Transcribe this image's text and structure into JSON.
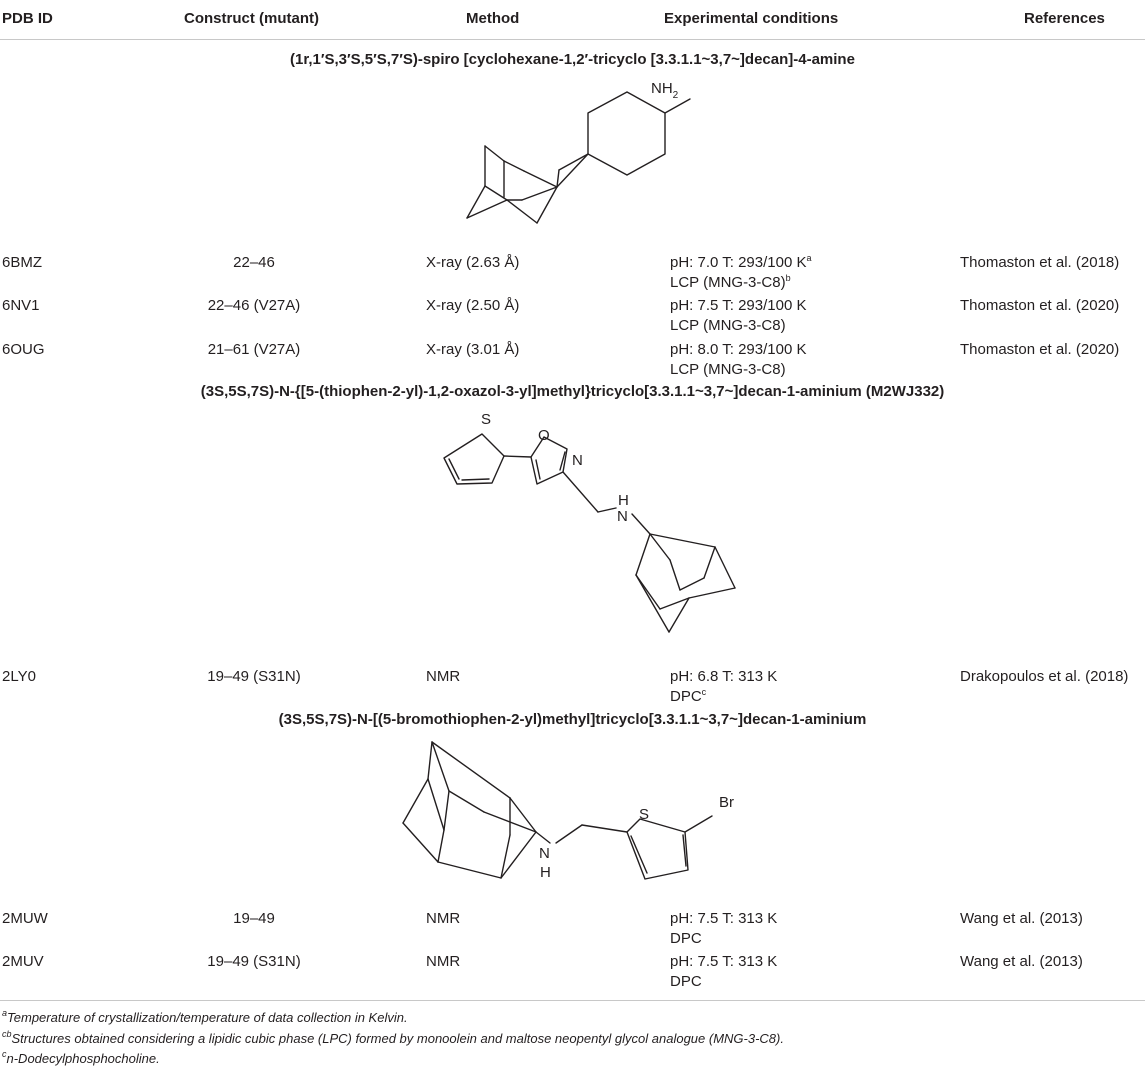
{
  "headers": [
    "PDB ID",
    "Construct (mutant)",
    "Method",
    "Experimental conditions",
    "References"
  ],
  "sections": [
    {
      "title": "(1r,1′S,3′S,5′S,7′S)-spiro [cyclohexane-1,2′-tricyclo [3.3.1.1~3,7~]decan]-4-amine",
      "structure_label": "NH2",
      "rows": [
        {
          "pdb": "6BMZ",
          "construct": "22–46",
          "method": "X-ray (2.63 Å)",
          "cond1": "pH: 7.0 T: 293/100 K",
          "cond1_sup": "a",
          "cond2": "LCP (MNG-3-C8)",
          "cond2_sup": "b",
          "ref": "Thomaston et al. (2018)"
        },
        {
          "pdb": "6NV1",
          "construct": "22–46 (V27A)",
          "method": "X-ray (2.50 Å)",
          "cond1": "pH: 7.5 T: 293/100 K",
          "cond2": "LCP (MNG-3-C8)",
          "ref": "Thomaston et al. (2020)"
        },
        {
          "pdb": "6OUG",
          "construct": "21–61 (V27A)",
          "method": "X-ray (3.01 Å)",
          "cond1": "pH: 8.0 T: 293/100 K",
          "cond2": "LCP (MNG-3-C8)",
          "ref": "Thomaston et al. (2020)"
        }
      ]
    },
    {
      "title": "(3S,5S,7S)-N-{[5-(thiophen-2-yl)-1,2-oxazol-3-yl]methyl}tricyclo[3.3.1.1~3,7~]decan-1-aminium (M2WJ332)",
      "atom_labels": {
        "s": "S",
        "o": "O",
        "n1": "N",
        "h": "H",
        "n2": "N"
      },
      "rows": [
        {
          "pdb": "2LY0",
          "construct": "19–49 (S31N)",
          "method": "NMR",
          "cond1": "pH: 6.8 T: 313 K",
          "cond2": "DPC",
          "cond2_sup": "c",
          "ref": "Drakopoulos et al. (2018)"
        }
      ]
    },
    {
      "title": "(3S,5S,7S)-N-[(5-bromothiophen-2-yl)methyl]tricyclo[3.3.1.1~3,7~]decan-1-aminium",
      "atom_labels": {
        "n": "N",
        "h": "H",
        "s": "S",
        "br": "Br"
      },
      "rows": [
        {
          "pdb": "2MUW",
          "construct": "19–49",
          "method": "NMR",
          "cond1": "pH: 7.5 T: 313 K",
          "cond2": "DPC",
          "ref": "Wang et al. (2013)"
        },
        {
          "pdb": "2MUV",
          "construct": "19–49 (S31N)",
          "method": "NMR",
          "cond1": "pH: 7.5 T: 313 K",
          "cond2": "DPC",
          "ref": "Wang et al. (2013)"
        }
      ]
    }
  ],
  "footnotes": [
    {
      "mark": "a",
      "text": "Temperature of crystallization/temperature of data collection in Kelvin."
    },
    {
      "mark": "cb",
      "text": "Structures obtained considering a lipidic cubic phase (LPC) formed by monoolein and maltose neopentyl glycol analogue (MNG-3-C8)."
    },
    {
      "mark": "c",
      "text": "n-Dodecylphosphocholine."
    }
  ]
}
